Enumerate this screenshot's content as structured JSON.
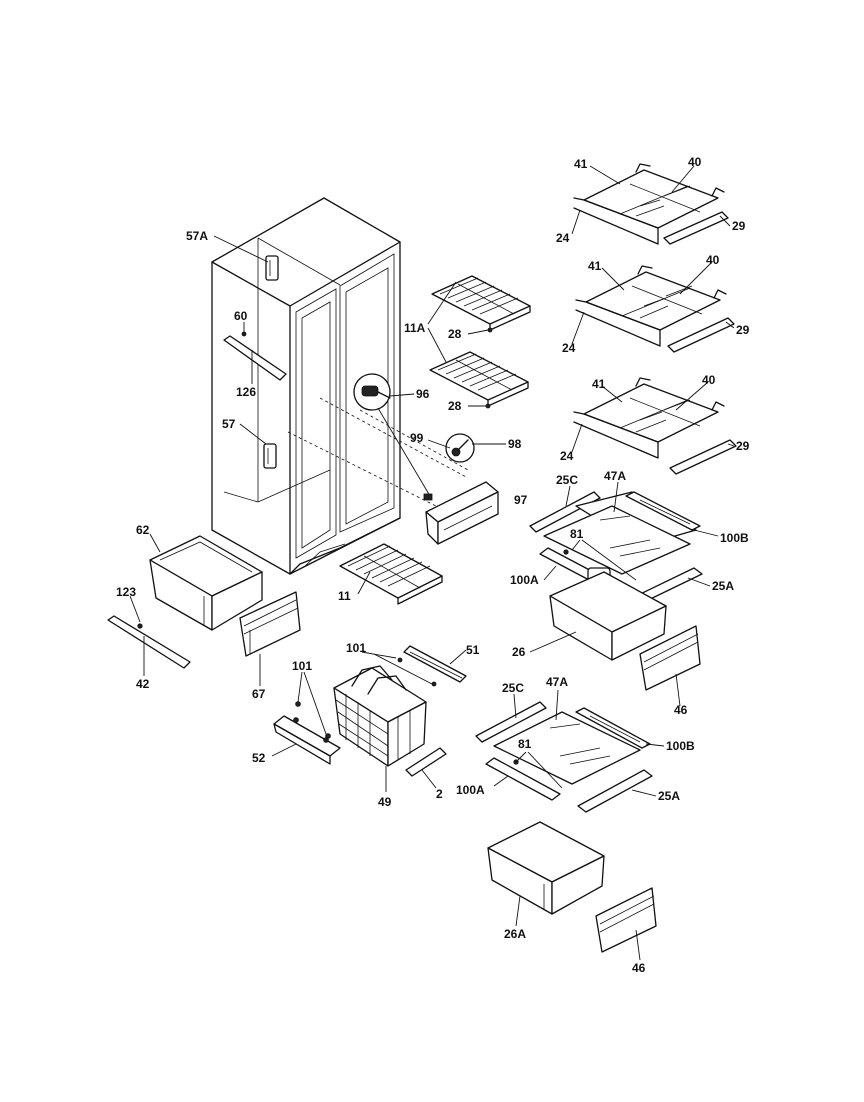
{
  "labels": {
    "l57A": "57A",
    "l60": "60",
    "l126": "126",
    "l57": "57",
    "l62": "62",
    "l123": "123",
    "l42": "42",
    "l67": "67",
    "l11A": "11A",
    "l28a": "28",
    "l28b": "28",
    "l96": "96",
    "l99": "99",
    "l98": "98",
    "l11": "11",
    "l97": "97",
    "l101a": "101",
    "l51": "51",
    "l101b": "101",
    "l52": "52",
    "l49": "49",
    "l2": "2",
    "l41a": "41",
    "l40a": "40",
    "l24a": "24",
    "l29a": "29",
    "l41b": "41",
    "l40b": "40",
    "l24b": "24",
    "l29b": "29",
    "l41c": "41",
    "l40c": "40",
    "l24c": "24",
    "l29c": "29",
    "l25Ca": "25C",
    "l47Aa": "47A",
    "l100Ba": "100B",
    "l81a": "81",
    "l100Aa": "100A",
    "l25Aa": "25A",
    "l26": "26",
    "l46a": "46",
    "l25Cb": "25C",
    "l47Ab": "47A",
    "l100Bb": "100B",
    "l81b": "81",
    "l100Ab": "100A",
    "l25Ab": "25A",
    "l26A": "26A",
    "l46b": "46"
  }
}
